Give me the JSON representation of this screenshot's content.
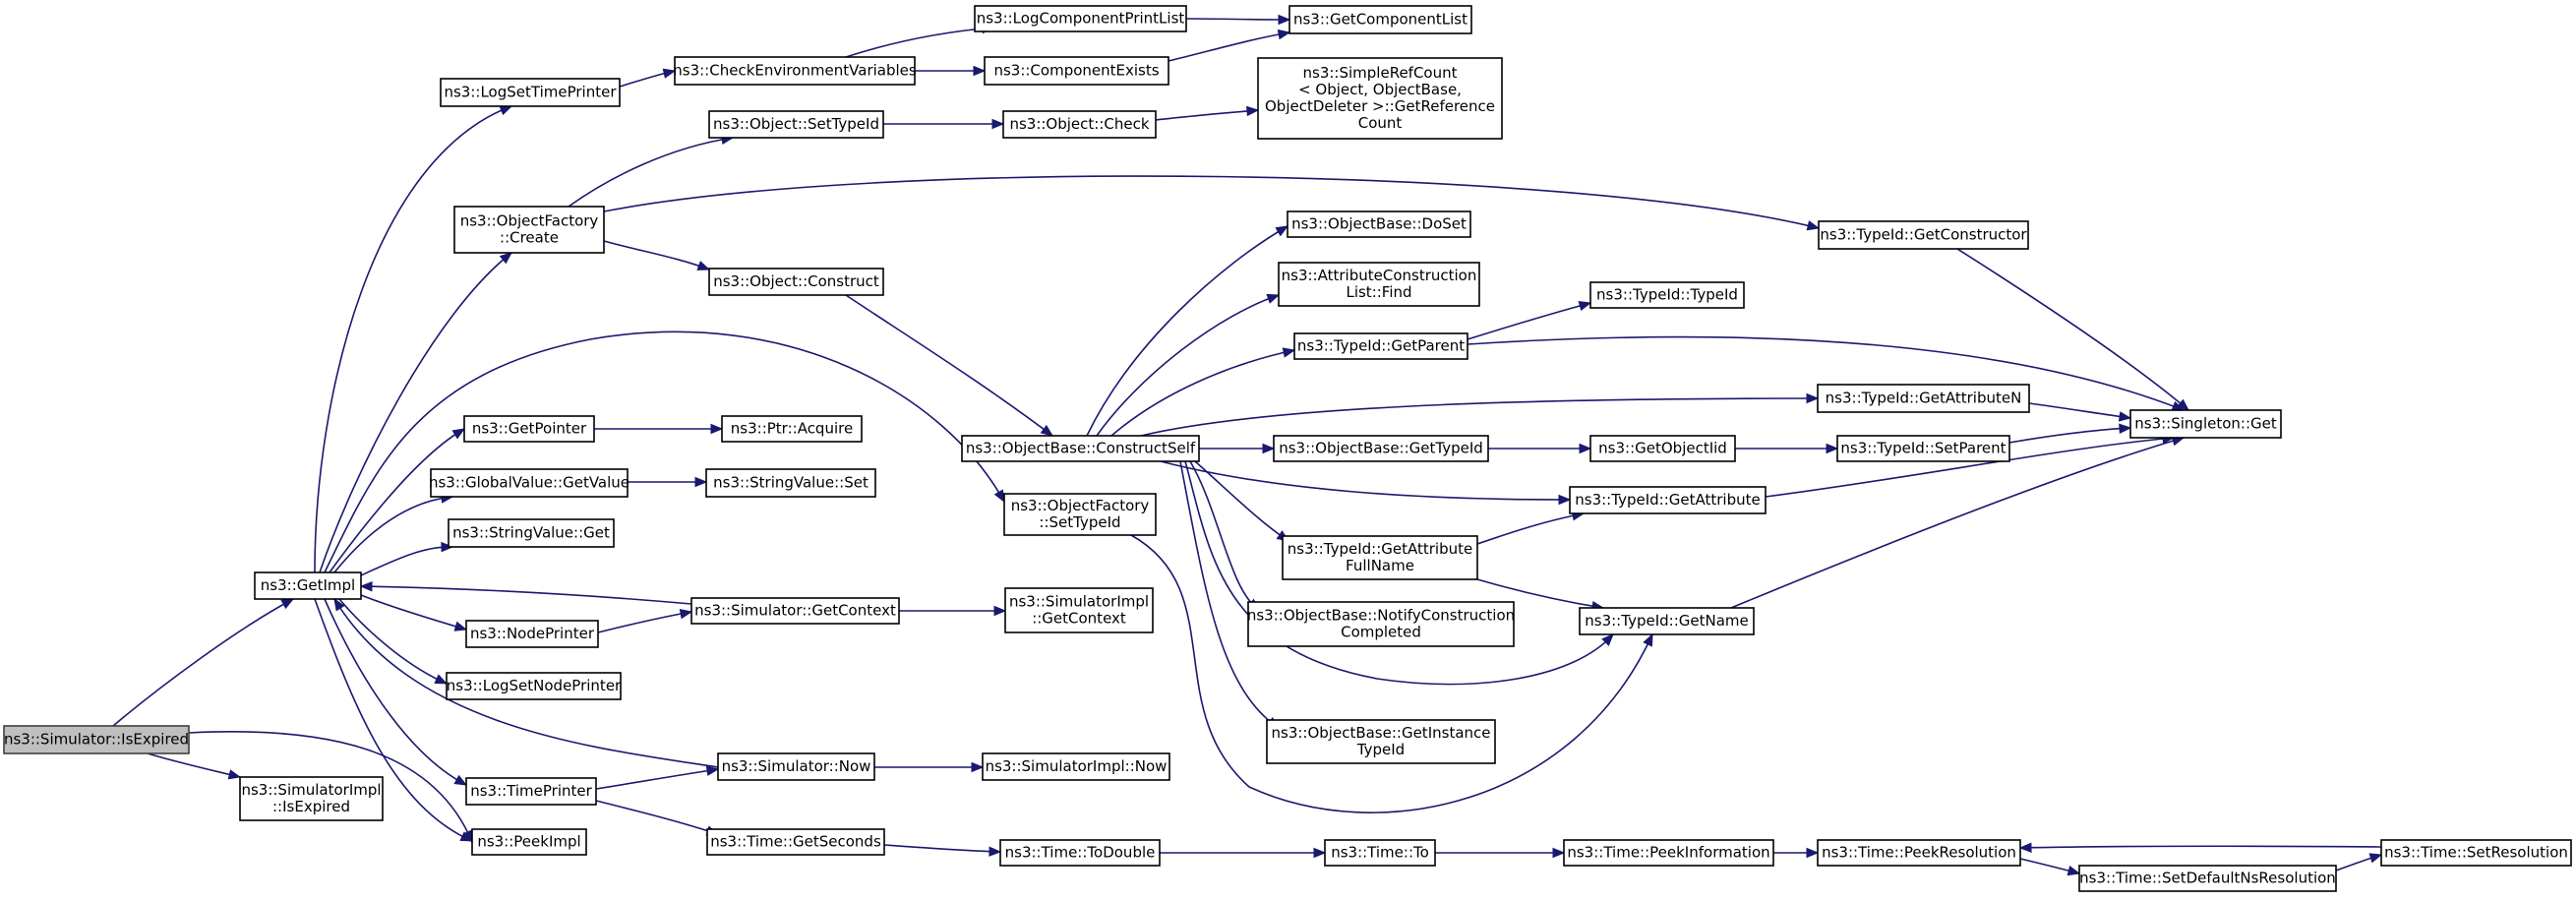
{
  "diagram": {
    "type": "call-graph",
    "root": "ns3::Simulator::IsExpired",
    "nodes": [
      {
        "id": "simulator_isexpired",
        "lines": [
          "ns3::Simulator::IsExpired"
        ],
        "root": true
      },
      {
        "id": "getimpl",
        "lines": [
          "ns3::GetImpl"
        ]
      },
      {
        "id": "simulatorimpl_isexpired",
        "lines": [
          "ns3::SimulatorImpl",
          "::IsExpired"
        ]
      },
      {
        "id": "peekimpl",
        "lines": [
          "ns3::PeekImpl"
        ]
      },
      {
        "id": "logsettimeprinter",
        "lines": [
          "ns3::LogSetTimePrinter"
        ]
      },
      {
        "id": "objectfactory_create",
        "lines": [
          "ns3::ObjectFactory",
          "::Create"
        ]
      },
      {
        "id": "getpointer",
        "lines": [
          "ns3::GetPointer"
        ]
      },
      {
        "id": "globalvalue_getvalue",
        "lines": [
          "ns3::GlobalValue::GetValue"
        ]
      },
      {
        "id": "stringvalue_get",
        "lines": [
          "ns3::StringValue::Get"
        ]
      },
      {
        "id": "nodeprinter",
        "lines": [
          "ns3::NodePrinter"
        ]
      },
      {
        "id": "logsetnodeprinter",
        "lines": [
          "ns3::LogSetNodePrinter"
        ]
      },
      {
        "id": "timeprinter",
        "lines": [
          "ns3::TimePrinter"
        ]
      },
      {
        "id": "checkenvironmentvariables",
        "lines": [
          "ns3::CheckEnvironmentVariables"
        ]
      },
      {
        "id": "object_settypeid",
        "lines": [
          "ns3::Object::SetTypeId"
        ]
      },
      {
        "id": "object_construct",
        "lines": [
          "ns3::Object::Construct"
        ]
      },
      {
        "id": "ptr_acquire",
        "lines": [
          "ns3::Ptr::Acquire"
        ]
      },
      {
        "id": "stringvalue_set",
        "lines": [
          "ns3::StringValue::Set"
        ]
      },
      {
        "id": "simulator_getcontext",
        "lines": [
          "ns3::Simulator::GetContext"
        ]
      },
      {
        "id": "simulator_now",
        "lines": [
          "ns3::Simulator::Now"
        ]
      },
      {
        "id": "time_getseconds",
        "lines": [
          "ns3::Time::GetSeconds"
        ]
      },
      {
        "id": "logcomponentprintlist",
        "lines": [
          "ns3::LogComponentPrintList"
        ]
      },
      {
        "id": "componentexists",
        "lines": [
          "ns3::ComponentExists"
        ]
      },
      {
        "id": "object_check",
        "lines": [
          "ns3::Object::Check"
        ]
      },
      {
        "id": "objectbase_constructself",
        "lines": [
          "ns3::ObjectBase::ConstructSelf"
        ]
      },
      {
        "id": "objectfactory_settypeid",
        "lines": [
          "ns3::ObjectFactory",
          "::SetTypeId"
        ]
      },
      {
        "id": "simulatorimpl_getcontext",
        "lines": [
          "ns3::SimulatorImpl",
          "::GetContext"
        ]
      },
      {
        "id": "simulatorimpl_now",
        "lines": [
          "ns3::SimulatorImpl::Now"
        ]
      },
      {
        "id": "time_todouble",
        "lines": [
          "ns3::Time::ToDouble"
        ]
      },
      {
        "id": "getcomponentlist",
        "lines": [
          "ns3::GetComponentList"
        ]
      },
      {
        "id": "simplerefcount",
        "lines": [
          "ns3::SimpleRefCount",
          "< Object, ObjectBase,",
          "ObjectDeleter >::GetReference",
          "Count"
        ]
      },
      {
        "id": "objectbase_doset",
        "lines": [
          "ns3::ObjectBase::DoSet"
        ]
      },
      {
        "id": "attributeconstructionlist_find",
        "lines": [
          "ns3::AttributeConstruction",
          "List::Find"
        ]
      },
      {
        "id": "typeid_getparent",
        "lines": [
          "ns3::TypeId::GetParent"
        ]
      },
      {
        "id": "objectbase_gettypeid",
        "lines": [
          "ns3::ObjectBase::GetTypeId"
        ]
      },
      {
        "id": "typeid_getattributefullname",
        "lines": [
          "ns3::TypeId::GetAttribute",
          "FullName"
        ]
      },
      {
        "id": "objectbase_notifyconstructioncompleted",
        "lines": [
          "ns3::ObjectBase::NotifyConstruction",
          "Completed"
        ]
      },
      {
        "id": "objectbase_getinstancetypeid",
        "lines": [
          "ns3::ObjectBase::GetInstance",
          "TypeId"
        ]
      },
      {
        "id": "time_to",
        "lines": [
          "ns3::Time::To"
        ]
      },
      {
        "id": "typeid_typeid",
        "lines": [
          "ns3::TypeId::TypeId"
        ]
      },
      {
        "id": "getobjectiid",
        "lines": [
          "ns3::GetObjectIid"
        ]
      },
      {
        "id": "typeid_getattribute",
        "lines": [
          "ns3::TypeId::GetAttribute"
        ]
      },
      {
        "id": "typeid_getname",
        "lines": [
          "ns3::TypeId::GetName"
        ]
      },
      {
        "id": "time_peekinformation",
        "lines": [
          "ns3::Time::PeekInformation"
        ]
      },
      {
        "id": "typeid_getconstructor",
        "lines": [
          "ns3::TypeId::GetConstructor"
        ]
      },
      {
        "id": "typeid_getattributen",
        "lines": [
          "ns3::TypeId::GetAttributeN"
        ]
      },
      {
        "id": "typeid_setparent",
        "lines": [
          "ns3::TypeId::SetParent"
        ]
      },
      {
        "id": "time_peekresolution",
        "lines": [
          "ns3::Time::PeekResolution"
        ]
      },
      {
        "id": "time_setdefaultnsresolution",
        "lines": [
          "ns3::Time::SetDefaultNsResolution"
        ]
      },
      {
        "id": "singleton_get",
        "lines": [
          "ns3::Singleton::Get"
        ]
      },
      {
        "id": "time_setresolution",
        "lines": [
          "ns3::Time::SetResolution"
        ]
      }
    ],
    "edges": [
      [
        "simulator_isexpired",
        "getimpl"
      ],
      [
        "simulator_isexpired",
        "simulatorimpl_isexpired"
      ],
      [
        "simulator_isexpired",
        "peekimpl"
      ],
      [
        "getimpl",
        "logsettimeprinter"
      ],
      [
        "getimpl",
        "objectfactory_create"
      ],
      [
        "getimpl",
        "objectfactory_settypeid"
      ],
      [
        "getimpl",
        "getpointer"
      ],
      [
        "getimpl",
        "globalvalue_getvalue"
      ],
      [
        "getimpl",
        "stringvalue_get"
      ],
      [
        "getimpl",
        "nodeprinter"
      ],
      [
        "getimpl",
        "logsetnodeprinter"
      ],
      [
        "getimpl",
        "timeprinter"
      ],
      [
        "getimpl",
        "peekimpl"
      ],
      [
        "logsettimeprinter",
        "checkenvironmentvariables"
      ],
      [
        "checkenvironmentvariables",
        "logcomponentprintlist"
      ],
      [
        "checkenvironmentvariables",
        "componentexists"
      ],
      [
        "logcomponentprintlist",
        "getcomponentlist"
      ],
      [
        "componentexists",
        "getcomponentlist"
      ],
      [
        "objectfactory_create",
        "object_settypeid"
      ],
      [
        "objectfactory_create",
        "typeid_getconstructor"
      ],
      [
        "objectfactory_create",
        "object_construct"
      ],
      [
        "object_settypeid",
        "object_check"
      ],
      [
        "object_check",
        "simplerefcount"
      ],
      [
        "object_construct",
        "objectbase_constructself"
      ],
      [
        "getpointer",
        "ptr_acquire"
      ],
      [
        "globalvalue_getvalue",
        "stringvalue_set"
      ],
      [
        "nodeprinter",
        "simulator_getcontext"
      ],
      [
        "simulator_getcontext",
        "getimpl"
      ],
      [
        "simulator_getcontext",
        "simulatorimpl_getcontext"
      ],
      [
        "timeprinter",
        "simulator_now"
      ],
      [
        "timeprinter",
        "time_getseconds"
      ],
      [
        "simulator_now",
        "getimpl"
      ],
      [
        "simulator_now",
        "simulatorimpl_now"
      ],
      [
        "time_getseconds",
        "time_todouble"
      ],
      [
        "time_todouble",
        "time_to"
      ],
      [
        "time_to",
        "time_peekinformation"
      ],
      [
        "time_peekinformation",
        "time_peekresolution"
      ],
      [
        "time_peekresolution",
        "time_setdefaultnsresolution"
      ],
      [
        "time_setdefaultnsresolution",
        "time_setresolution"
      ],
      [
        "time_setresolution",
        "time_peekresolution"
      ],
      [
        "objectbase_constructself",
        "objectbase_doset"
      ],
      [
        "objectbase_constructself",
        "attributeconstructionlist_find"
      ],
      [
        "objectbase_constructself",
        "typeid_getparent"
      ],
      [
        "objectbase_constructself",
        "typeid_getattributen"
      ],
      [
        "objectbase_constructself",
        "objectbase_gettypeid"
      ],
      [
        "objectbase_constructself",
        "typeid_getattribute"
      ],
      [
        "objectbase_constructself",
        "typeid_getattributefullname"
      ],
      [
        "objectbase_constructself",
        "objectbase_notifyconstructioncompleted"
      ],
      [
        "objectbase_constructself",
        "typeid_getname"
      ],
      [
        "objectbase_constructself",
        "objectbase_getinstancetypeid"
      ],
      [
        "objectfactory_settypeid",
        "typeid_getname"
      ],
      [
        "typeid_getparent",
        "typeid_typeid"
      ],
      [
        "typeid_getparent",
        "singleton_get"
      ],
      [
        "objectbase_gettypeid",
        "getobjectiid"
      ],
      [
        "getobjectiid",
        "typeid_setparent"
      ],
      [
        "typeid_setparent",
        "singleton_get"
      ],
      [
        "typeid_getattribute",
        "singleton_get"
      ],
      [
        "typeid_getattributefullname",
        "typeid_getattribute"
      ],
      [
        "typeid_getattributefullname",
        "typeid_getname"
      ],
      [
        "typeid_getname",
        "singleton_get"
      ],
      [
        "typeid_getconstructor",
        "singleton_get"
      ],
      [
        "typeid_getattributen",
        "singleton_get"
      ]
    ]
  }
}
